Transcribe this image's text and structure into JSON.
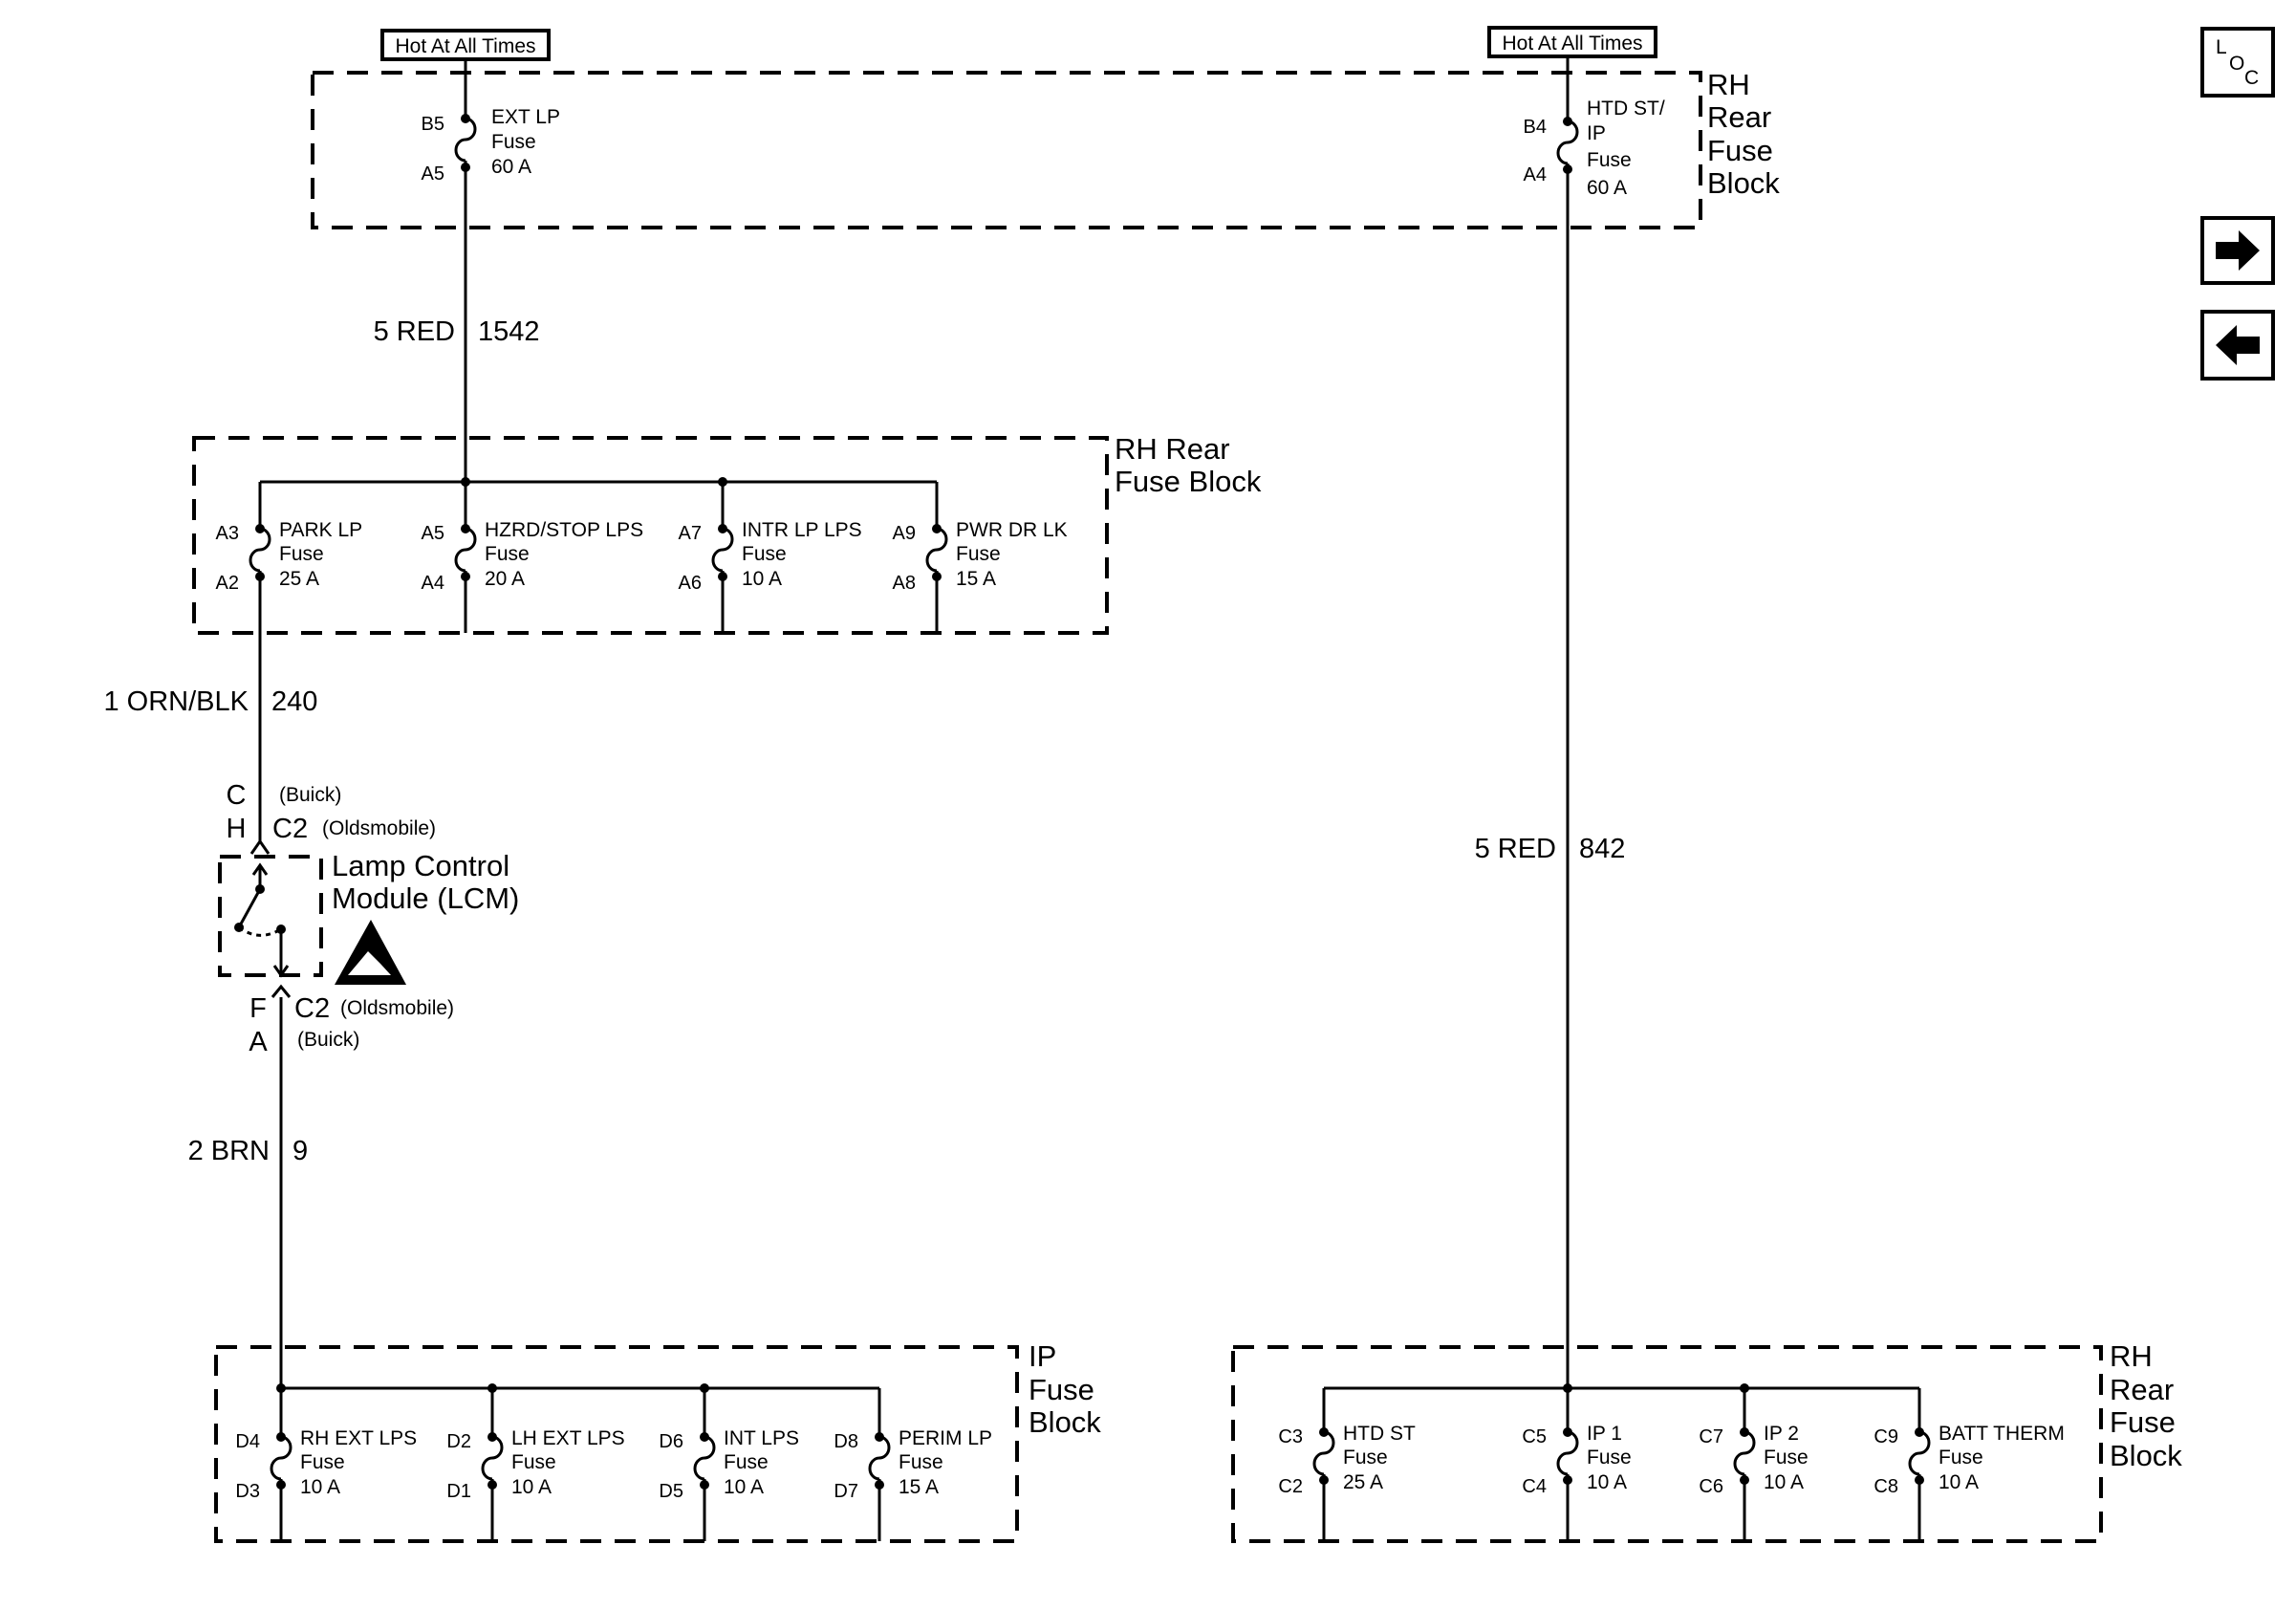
{
  "hot_labels": [
    "Hot At All Times",
    "Hot At All Times"
  ],
  "rear_top": {
    "ext": {
      "pin_top": "B5",
      "pin_bot": "A5",
      "name": "EXT LP",
      "word": "Fuse",
      "rating": "60 A"
    },
    "htd": {
      "pin_top": "B4",
      "pin_bot": "A4",
      "line1": "HTD ST/",
      "line2": "IP",
      "word": "Fuse",
      "rating": "60 A"
    },
    "block_label": [
      "RH",
      "Rear",
      "Fuse",
      "Block"
    ]
  },
  "wires": {
    "w1542": {
      "gauge": "5 RED",
      "circuit": "1542"
    },
    "w240": {
      "gauge": "1 ORN/BLK",
      "circuit": "240"
    },
    "w9": {
      "gauge": "2 BRN",
      "circuit": "9"
    },
    "w842": {
      "gauge": "5 RED",
      "circuit": "842"
    }
  },
  "rear_mid": {
    "block_label": [
      "RH Rear",
      "Fuse Block"
    ],
    "fuses": [
      {
        "pin_top": "A3",
        "pin_bot": "A2",
        "name": "PARK LP",
        "word": "Fuse",
        "rating": "25 A"
      },
      {
        "pin_top": "A5",
        "pin_bot": "A4",
        "name": "HZRD/STOP LPS",
        "word": "Fuse",
        "rating": "20 A"
      },
      {
        "pin_top": "A7",
        "pin_bot": "A6",
        "name": "INTR LP LPS",
        "word": "Fuse",
        "rating": "10 A"
      },
      {
        "pin_top": "A9",
        "pin_bot": "A8",
        "name": "PWR DR LK",
        "word": "Fuse",
        "rating": "15 A"
      }
    ]
  },
  "lcm": {
    "in_pin_buick": "C",
    "in_pin_olds": "H",
    "in_conn": "C2",
    "buick": "(Buick)",
    "olds": "(Oldsmobile)",
    "name1": "Lamp Control",
    "name2": "Module (LCM)",
    "out_pin_olds": "F",
    "out_pin_buick": "A",
    "out_conn": "C2"
  },
  "ip_block": {
    "block_label": [
      "IP",
      "Fuse",
      "Block"
    ],
    "fuses": [
      {
        "pin_top": "D4",
        "pin_bot": "D3",
        "name": "RH EXT LPS",
        "word": "Fuse",
        "rating": "10 A"
      },
      {
        "pin_top": "D2",
        "pin_bot": "D1",
        "name": "LH EXT LPS",
        "word": "Fuse",
        "rating": "10 A"
      },
      {
        "pin_top": "D6",
        "pin_bot": "D5",
        "name": "INT LPS",
        "word": "Fuse",
        "rating": "10 A"
      },
      {
        "pin_top": "D8",
        "pin_bot": "D7",
        "name": "PERIM LP",
        "word": "Fuse",
        "rating": "15 A"
      }
    ]
  },
  "rear_bot": {
    "block_label": [
      "RH",
      "Rear",
      "Fuse",
      "Block"
    ],
    "fuses": [
      {
        "pin_top": "C3",
        "pin_bot": "C2",
        "name": "HTD ST",
        "word": "Fuse",
        "rating": "25 A"
      },
      {
        "pin_top": "C5",
        "pin_bot": "C4",
        "name": "IP 1",
        "word": "Fuse",
        "rating": "10 A"
      },
      {
        "pin_top": "C7",
        "pin_bot": "C6",
        "name": "IP 2",
        "word": "Fuse",
        "rating": "10 A"
      },
      {
        "pin_top": "C9",
        "pin_bot": "C8",
        "name": "BATT THERM",
        "word": "Fuse",
        "rating": "10 A"
      }
    ]
  },
  "sidebar": {
    "loc": {
      "l": "L",
      "o": "O",
      "c": "C"
    },
    "next_icon": "arrow-right-icon",
    "prev_icon": "arrow-left-icon"
  }
}
